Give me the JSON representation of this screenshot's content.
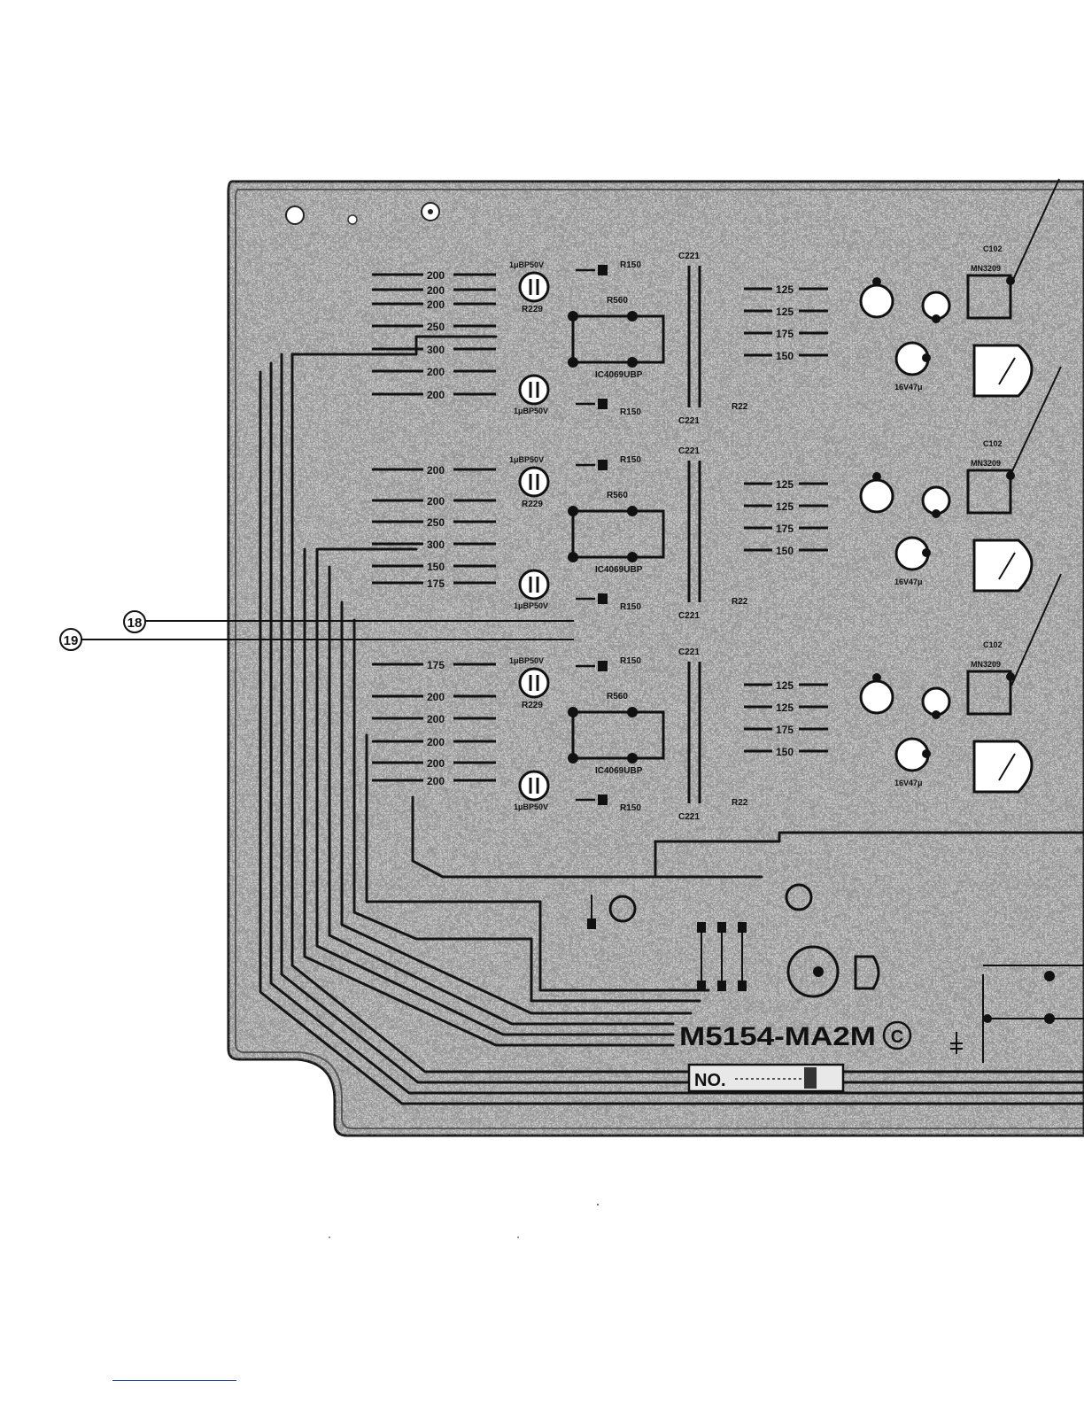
{
  "board": {
    "part_number": "M5154-MA2M",
    "copyright_mark": "C",
    "serial_label": "NO.",
    "callouts": [
      {
        "id": "callout-18",
        "label": "18"
      },
      {
        "id": "callout-19",
        "label": "19"
      }
    ]
  },
  "channels": [
    {
      "left_labels": [
        "200",
        "200",
        "200",
        "250",
        "300",
        "200",
        "200"
      ],
      "right_labels": [
        "125",
        "125",
        "175",
        "150"
      ],
      "components": {
        "cap_top": "1μBP50V",
        "cap_bottom": "1μBP50V",
        "r_top": "R150",
        "r_bottom": "R150",
        "r229": "R229",
        "r560": "R560",
        "c221_top": "C221",
        "c221_bottom": "C221",
        "ic": "IC4069UBP",
        "c102": "C102",
        "mn": "MN3209",
        "cap_16v": "16V47μ",
        "r22": "R22"
      }
    },
    {
      "left_labels": [
        "200",
        "200",
        "250",
        "300",
        "150",
        "175"
      ],
      "right_labels": [
        "125",
        "125",
        "175",
        "150"
      ],
      "components": {
        "cap_top": "1μBP50V",
        "cap_bottom": "1μBP50V",
        "r_top": "R150",
        "r_bottom": "R150",
        "r229": "R229",
        "r560": "R560",
        "c221_top": "C221",
        "c221_bottom": "C221",
        "ic": "IC4069UBP",
        "c102": "C102",
        "mn": "MN3209",
        "cap_16v": "16V47μ",
        "r22": "R22"
      }
    },
    {
      "left_labels": [
        "175",
        "200",
        "200",
        "200",
        "200",
        "200"
      ],
      "right_labels": [
        "125",
        "125",
        "175",
        "150"
      ],
      "components": {
        "cap_top": "1μBP50V",
        "cap_bottom": "1μBP50V",
        "r_top": "R150",
        "r_bottom": "R150",
        "r229": "R229",
        "r560": "R560",
        "c221_top": "C221",
        "c221_bottom": "C221",
        "ic": "IC4069UBP",
        "c102": "C102",
        "mn": "MN3209",
        "cap_16v": "16V47μ",
        "r22": "R22"
      }
    }
  ],
  "colors": {
    "ink": "#111111",
    "board_noise": "#8a8a8a",
    "paper": "#ffffff",
    "footer_rule": "#1a3a8a"
  }
}
